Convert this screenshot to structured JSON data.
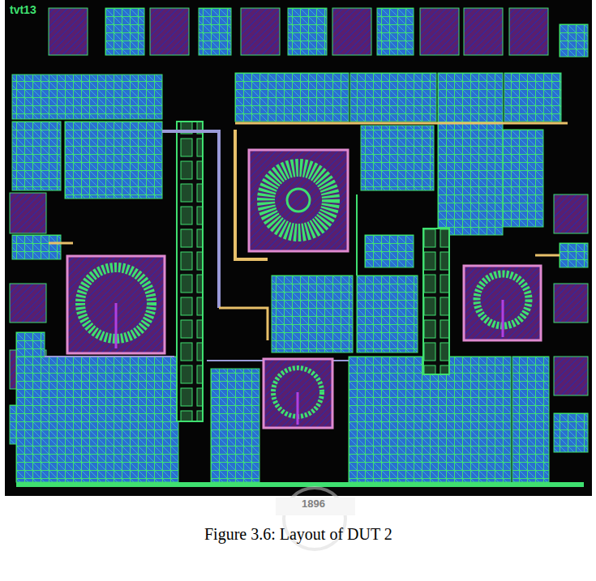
{
  "diagram": {
    "caption": "Figure 3.6: Layout of DUT 2",
    "labels": [
      "tvt13",
      "1896"
    ]
  }
}
